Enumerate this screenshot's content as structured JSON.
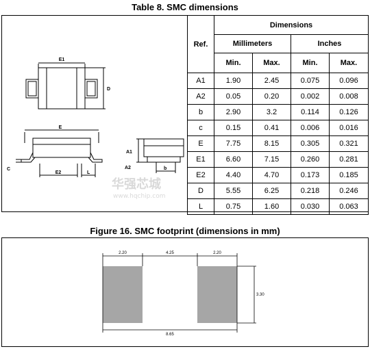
{
  "table_title": "Table 8. SMC dimensions",
  "figure_title": "Figure 16. SMC footprint (dimensions in mm)",
  "table": {
    "header_group": "Dimensions",
    "ref_header": "Ref.",
    "unit_mm": "Millimeters",
    "unit_in": "Inches",
    "min": "Min.",
    "max": "Max.",
    "rows": [
      {
        "ref": "A1",
        "mm_min": "1.90",
        "mm_max": "2.45",
        "in_min": "0.075",
        "in_max": "0.096"
      },
      {
        "ref": "A2",
        "mm_min": "0.05",
        "mm_max": "0.20",
        "in_min": "0.002",
        "in_max": "0.008"
      },
      {
        "ref": "b",
        "mm_min": "2.90",
        "mm_max": "3.2",
        "in_min": "0.114",
        "in_max": "0.126"
      },
      {
        "ref": "c",
        "mm_min": "0.15",
        "mm_max": "0.41",
        "in_min": "0.006",
        "in_max": "0.016"
      },
      {
        "ref": "E",
        "mm_min": "7.75",
        "mm_max": "8.15",
        "in_min": "0.305",
        "in_max": "0.321"
      },
      {
        "ref": "E1",
        "mm_min": "6.60",
        "mm_max": "7.15",
        "in_min": "0.260",
        "in_max": "0.281"
      },
      {
        "ref": "E2",
        "mm_min": "4.40",
        "mm_max": "4.70",
        "in_min": "0.173",
        "in_max": "0.185"
      },
      {
        "ref": "D",
        "mm_min": "5.55",
        "mm_max": "6.25",
        "in_min": "0.218",
        "in_max": "0.246"
      },
      {
        "ref": "L",
        "mm_min": "0.75",
        "mm_max": "1.60",
        "in_min": "0.030",
        "in_max": "0.063"
      }
    ]
  },
  "package_labels": {
    "e1": "E1",
    "d": "D",
    "e": "E",
    "a1": "A1",
    "a2": "A2",
    "c": "C",
    "e2": "E2",
    "l": "L",
    "b": "b"
  },
  "watermark": {
    "cn": "华强芯城",
    "url": "www.hqchip.com"
  },
  "footprint": {
    "pad_width": "2.20",
    "gap": "4.25",
    "pad_width_right": "2.20",
    "pad_height": "3.30",
    "total": "8.65",
    "pad_color": "#a6a6a6"
  }
}
